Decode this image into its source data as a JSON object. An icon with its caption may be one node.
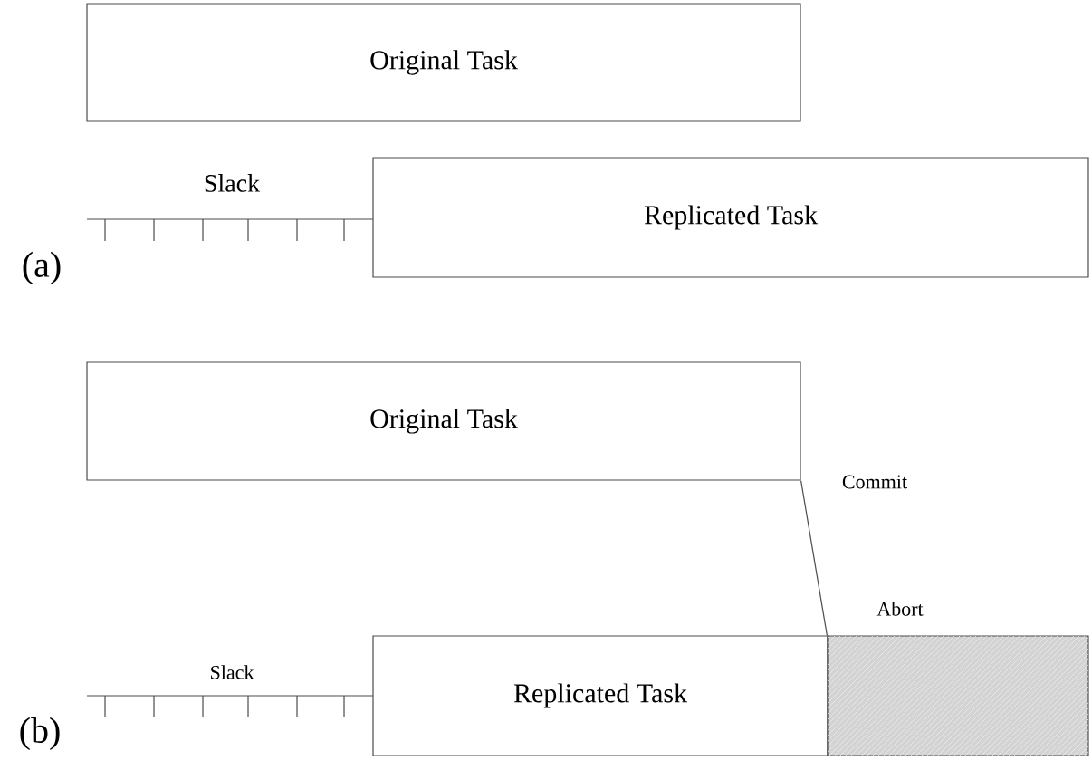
{
  "diagram": {
    "nodes": [
      {
        "text": [
          "Original Task"
        ]
      },
      {
        "text": [
          "Replicated Task"
        ]
      },
      {
        "text": [
          "Original Task"
        ]
      },
      {
        "text": [
          "Replicated Task"
        ]
      },
      {
        "text": [],
        "shape": "box"
      }
    ],
    "edges": [
      {
        "from": 2,
        "to": 4,
        "arrow": "none"
      }
    ],
    "labels": [
      "Slack",
      "(a)",
      "Commit",
      "Abort",
      "Slack",
      "(b)"
    ]
  }
}
